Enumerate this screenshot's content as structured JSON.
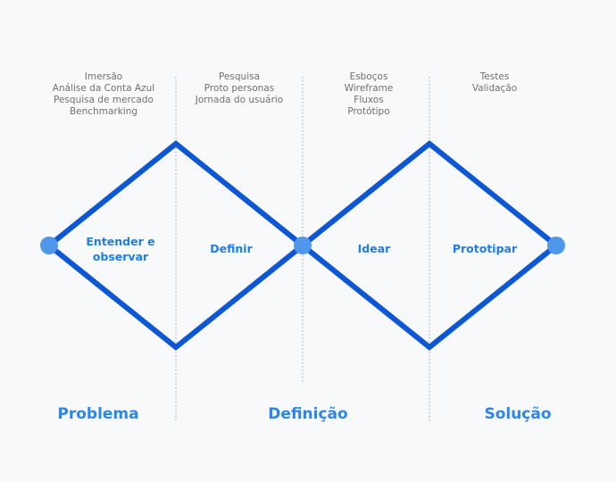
{
  "colors": {
    "diamond_stroke": "#0e57d4",
    "endpoint": "#4f97ea",
    "divider": "#7fa8e6",
    "phase_text": "#1f7ee6",
    "bottom_text": "#2c86e8",
    "notes_text": "#707070",
    "background": "#f8f9fa"
  },
  "columns": [
    {
      "notes": [
        "Imersão",
        "Análise da Conta Azul",
        "Pesquisa de mercado",
        "Benchmarking"
      ]
    },
    {
      "notes": [
        "Pesquisa",
        "Proto personas",
        "Jornada do usuário"
      ]
    },
    {
      "notes": [
        "Esboços",
        "Wireframe",
        "Fluxos",
        "Protótipo"
      ]
    },
    {
      "notes": [
        "Testes",
        "Validação"
      ]
    }
  ],
  "phases": [
    {
      "lines": [
        "Entender e",
        "observar"
      ]
    },
    {
      "lines": [
        "Definir"
      ]
    },
    {
      "lines": [
        "Idear"
      ]
    },
    {
      "lines": [
        "Prototipar"
      ]
    }
  ],
  "bottom_labels": [
    "Problema",
    "Definição",
    "Solução"
  ]
}
